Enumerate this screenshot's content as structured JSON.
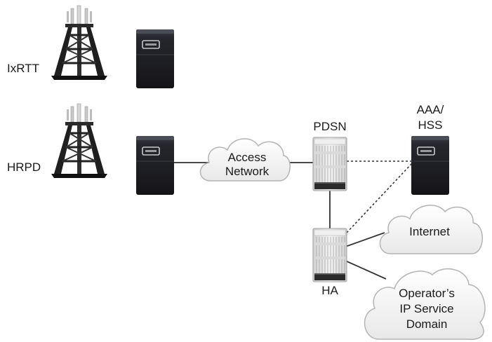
{
  "labels": {
    "tower_1xrtt": "IxRTT",
    "tower_hrpd": "HRPD",
    "pdsn": "PDSN",
    "aaa_line1": "AAA/",
    "aaa_line2": "HSS",
    "ha": "HA"
  },
  "clouds": {
    "access_network": [
      "Access",
      "Network"
    ],
    "internet": [
      "Internet"
    ],
    "operator_domain": [
      "Operator’s",
      "IP Service",
      "Domain"
    ]
  },
  "colors": {
    "line": "#333333",
    "dashed_line": "#333333",
    "server_dark": "#1e1f24",
    "cloud_fill": "#f2f2f2",
    "cloud_stroke": "#b4b4b4",
    "chassis": "#e6e6e6"
  }
}
